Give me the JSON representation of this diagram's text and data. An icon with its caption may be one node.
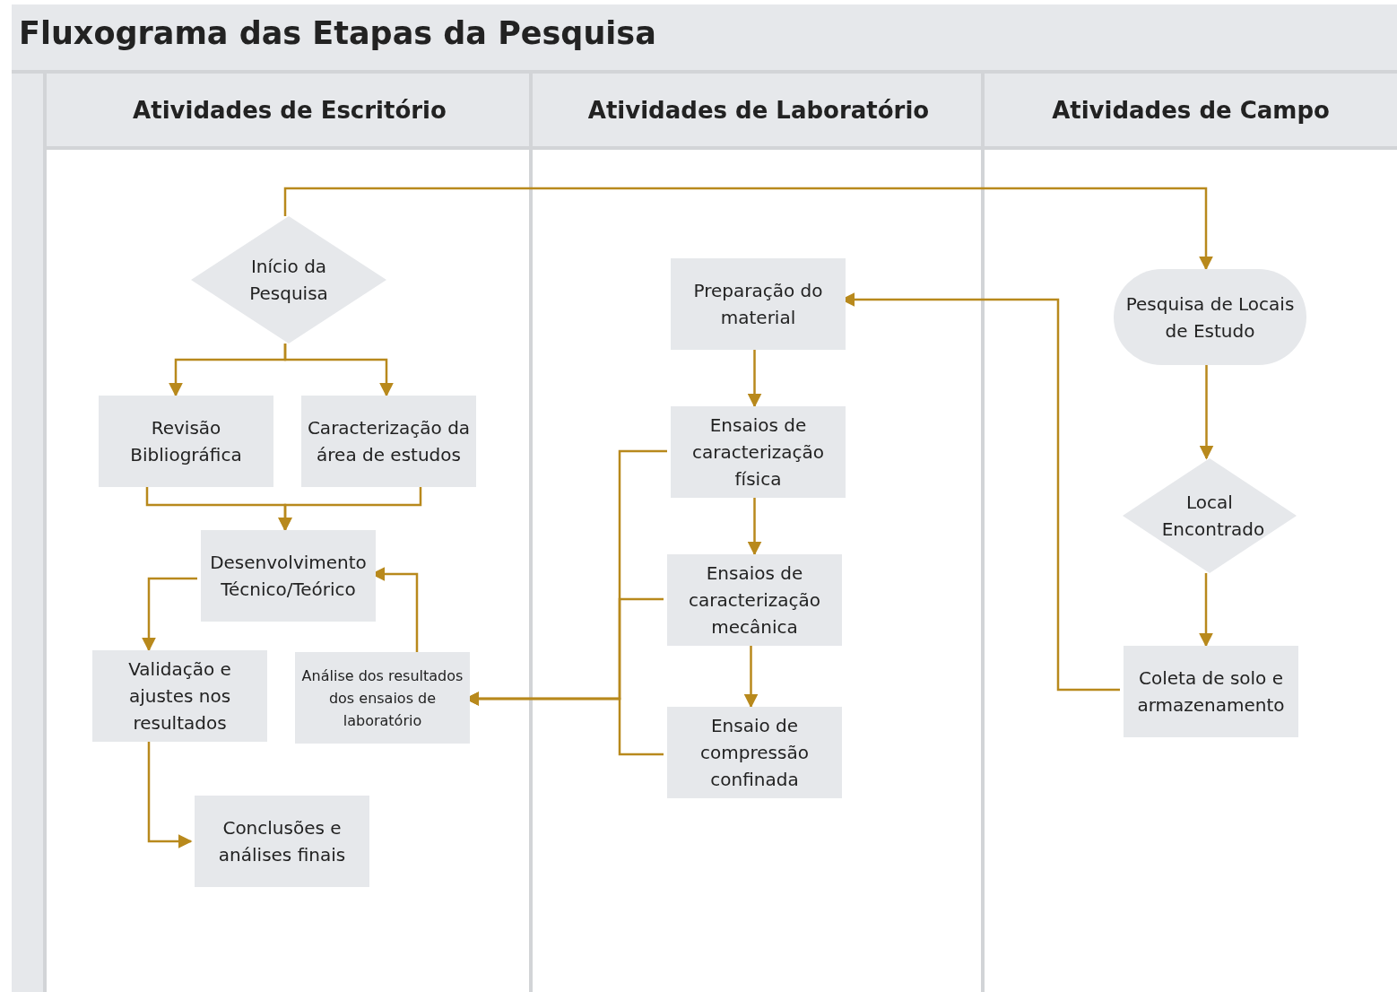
{
  "diagram": {
    "title": "Fluxograma das Etapas da Pesquisa",
    "nodes": [
      {
        "text": [
          "Atividades de Escritório"
        ]
      },
      {
        "text": [
          "Atividades de Laboratório"
        ]
      },
      {
        "text": [
          "Atividades de Campo"
        ]
      },
      {
        "text": [
          "Início da Pesquisa"
        ],
        "in": 0
      },
      {
        "text": [
          "Revisão Bibliográfica"
        ],
        "in": 0
      },
      {
        "text": [
          "Caracterização da área de estudos"
        ],
        "in": 0
      },
      {
        "text": [
          "Desenvolvimento Técnico/Teórico"
        ],
        "in": 0
      },
      {
        "text": [
          "Validação e ajustes nos resultados"
        ],
        "in": 0
      },
      {
        "text": [
          "Análise dos resultados dos ensaios de laboratório"
        ],
        "in": 0
      },
      {
        "text": [
          "Conclusões e análises finais"
        ],
        "in": 0
      },
      {
        "text": [
          "Preparação do material"
        ],
        "in": 1
      },
      {
        "text": [
          "Ensaios de caracterização física"
        ],
        "in": 1
      },
      {
        "text": [
          "Ensaios de caracterização mecânica"
        ],
        "in": 1
      },
      {
        "text": [
          "Ensaio de compressão confinada"
        ],
        "in": 1
      },
      {
        "text": [
          "Pesquisa de Locais de Estudo"
        ],
        "in": 2
      },
      {
        "text": [
          "Local Encontrado"
        ],
        "in": 2
      },
      {
        "text": [
          "Coleta de solo e armazenamento"
        ],
        "in": 2
      }
    ],
    "edges": [
      {
        "from": 3,
        "to": 14,
        "arrow": "to"
      },
      {
        "from": 3,
        "to": 4,
        "arrow": "to"
      },
      {
        "from": 3,
        "to": 5,
        "arrow": "to"
      },
      {
        "from": 4,
        "to": 6,
        "arrow": "to"
      },
      {
        "from": 5,
        "to": 6,
        "arrow": "to"
      },
      {
        "from": 6,
        "to": 7,
        "arrow": "to"
      },
      {
        "from": 8,
        "to": 6,
        "arrow": "to"
      },
      {
        "from": 7,
        "to": 9,
        "arrow": "to"
      },
      {
        "from": 10,
        "to": 11,
        "arrow": "to"
      },
      {
        "from": 11,
        "to": 12,
        "arrow": "to"
      },
      {
        "from": 12,
        "to": 13,
        "arrow": "to"
      },
      {
        "from": 11,
        "to": 8,
        "arrow": "to"
      },
      {
        "from": 12,
        "to": 8,
        "arrow": "to"
      },
      {
        "from": 13,
        "to": 8,
        "arrow": "to"
      },
      {
        "from": 14,
        "to": 15,
        "arrow": "to"
      },
      {
        "from": 15,
        "to": 16,
        "arrow": "to"
      },
      {
        "from": 16,
        "to": 10,
        "arrow": "to"
      }
    ]
  }
}
